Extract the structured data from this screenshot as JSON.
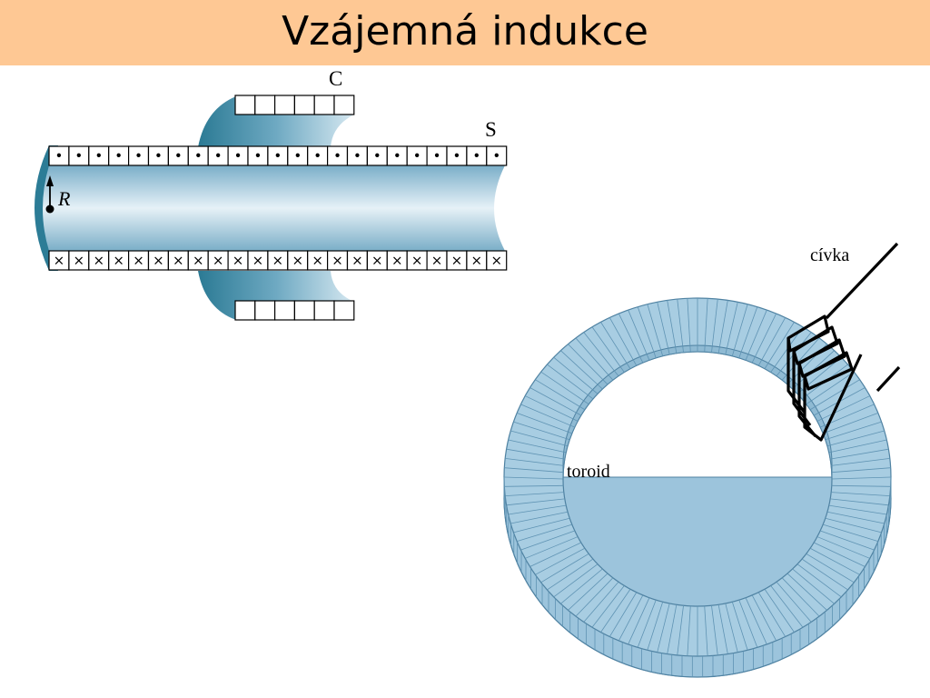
{
  "slide": {
    "title": "Vzájemná indukce"
  },
  "solenoid_figure": {
    "label_coil": "C",
    "label_solenoid": "S",
    "label_radius": "R",
    "symbol_out_of_page": "•",
    "symbol_into_page": "×"
  },
  "toroid_figure": {
    "label_coil": "cívka",
    "label_toroid": "toroid"
  },
  "colors": {
    "header_bg": "#fec894",
    "tube_blue": "#9cc4d8",
    "end_cap_teal": "#2c7c96",
    "toroid_blue": "#a8cde2",
    "toroid_edge": "#5a8eae"
  }
}
